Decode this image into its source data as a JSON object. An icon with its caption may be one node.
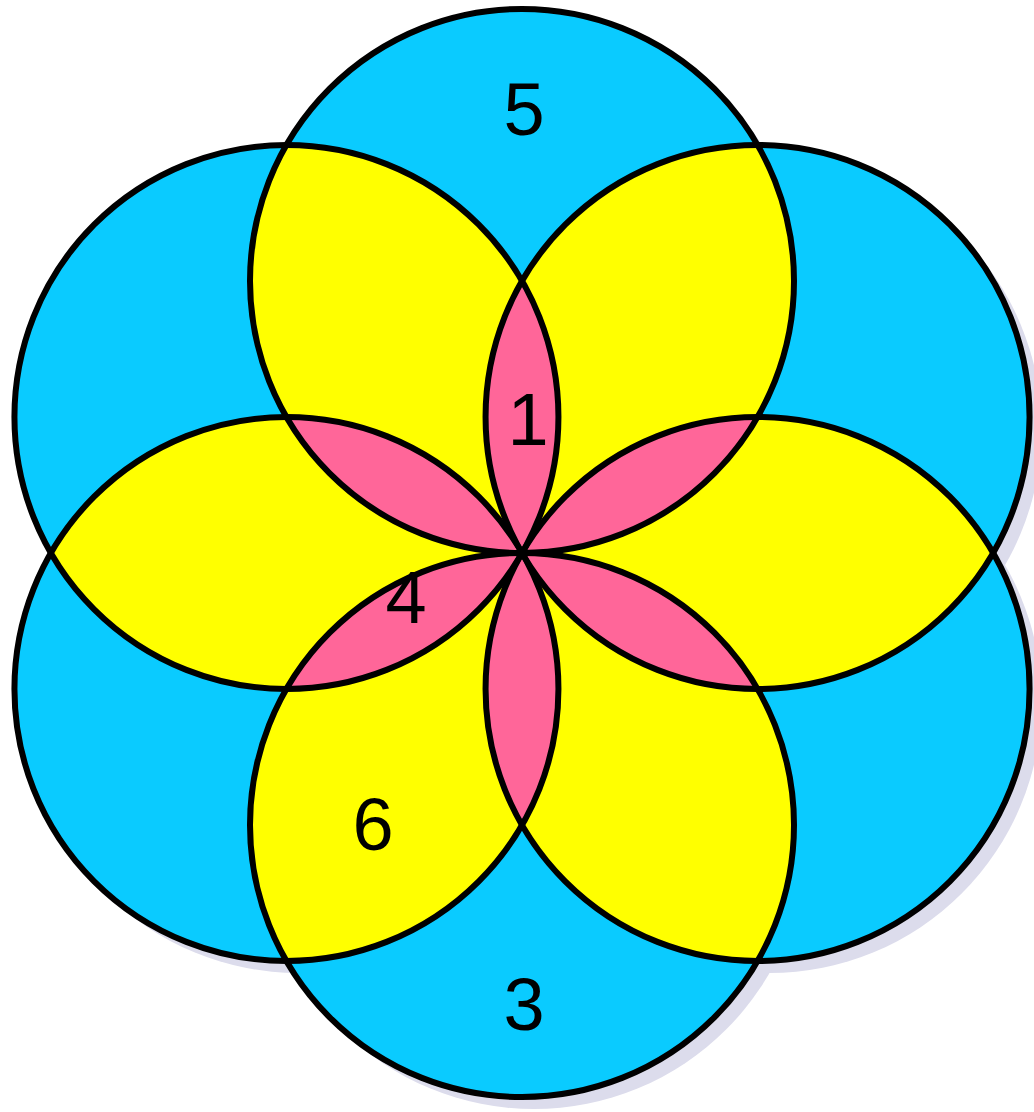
{
  "diagram": {
    "labels": [
      "5",
      "1",
      "4",
      "6",
      "3"
    ]
  }
}
